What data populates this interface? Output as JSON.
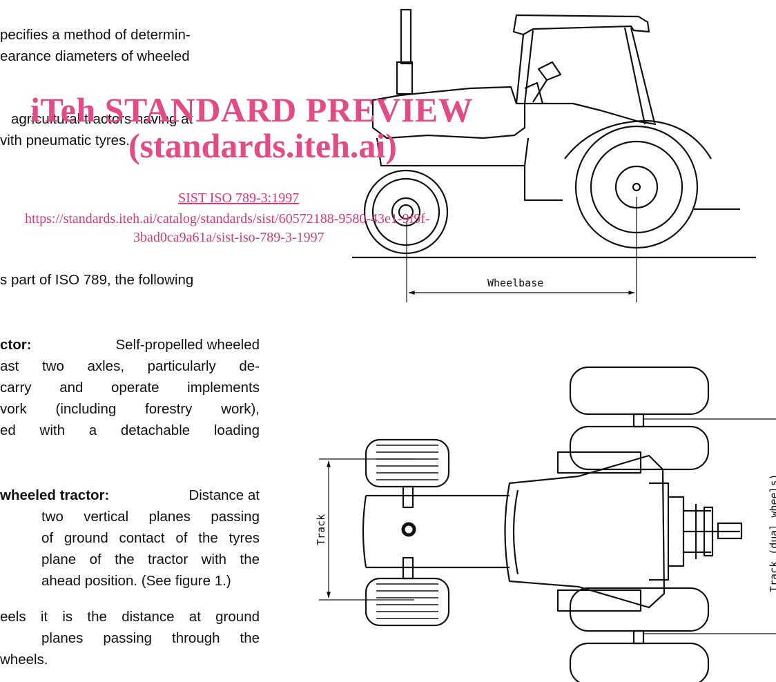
{
  "body_text": {
    "l1": "pecifies a method of determin-",
    "l2": "earance diameters of wheeled",
    "l3": "agricultural tractors having at",
    "l4": "vith pneumatic tyres.",
    "l5": "s part of ISO 789, the following",
    "def1": {
      "term": "ctor:",
      "l1_rest": "Self-propelled wheeled",
      "l2": "ast two axles, particularly de-",
      "l3": "carry and operate implements",
      "l4": "vork (including forestry work),",
      "l5": "ed with a detachable loading"
    },
    "def2": {
      "term": "wheeled tractor:",
      "l1_rest": "Distance at",
      "l2": "two vertical planes passing",
      "l3": "of ground contact of the tyres",
      "l4": "plane of the tractor with the",
      "l5": "ahead position. (See figure 1.)"
    },
    "def3": {
      "l1": "eels it is the distance at ground",
      "l2": "planes passing through the",
      "l3": "wheels."
    }
  },
  "watermark": {
    "title": "iTeh STANDARD PREVIEW",
    "subtitle": "(standards.iteh.ai)",
    "doc_id": "SIST ISO 789-3:1997",
    "url_line1": "https://standards.iteh.ai/catalog/standards/sist/60572188-9580-43e1-9f9f-",
    "url_line2": "3bad0ca9a61a/sist-iso-789-3-1997"
  },
  "figure": {
    "wheelbase_label": "Wheelbase",
    "track_label": "Track",
    "track_dual_label": "Track (dual wheels)"
  },
  "colors": {
    "watermark": "#e24b86",
    "link": "#d63a78",
    "ink": "#111111"
  }
}
